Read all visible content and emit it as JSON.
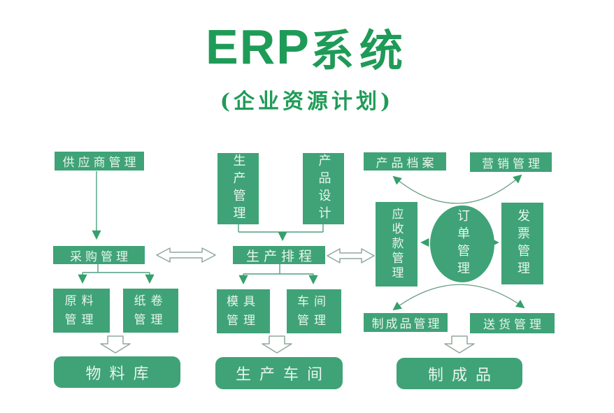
{
  "title": {
    "en": "ERP",
    "zh": "系统",
    "subtitle": "(企业资源计划)"
  },
  "colors": {
    "box_green": "#3fa377",
    "title_green": "#1f9b58",
    "label_white": "#eaf5ee",
    "line_green": "#4da181",
    "arrow_outline": "#8fa89b"
  },
  "nodes": {
    "supplier": "供应商管理",
    "purchasing": "采购管理",
    "raw_material": "原料管理",
    "paper_roll": "纸卷管理",
    "material_store": "物料库",
    "production_mgmt": "生产管理",
    "product_design": "产品设计",
    "scheduling": "生产排程",
    "mold": "模具管理",
    "workshop_mgmt": "车间管理",
    "production_workshop": "生产车间",
    "product_archive": "产品档案",
    "marketing": "营销管理",
    "receivables": "应收款管理",
    "order_mgmt": "订单管理",
    "invoice": "发票管理",
    "finished_mgmt": "制成品管理",
    "delivery": "送货管理",
    "finished_goods": "制成品"
  }
}
